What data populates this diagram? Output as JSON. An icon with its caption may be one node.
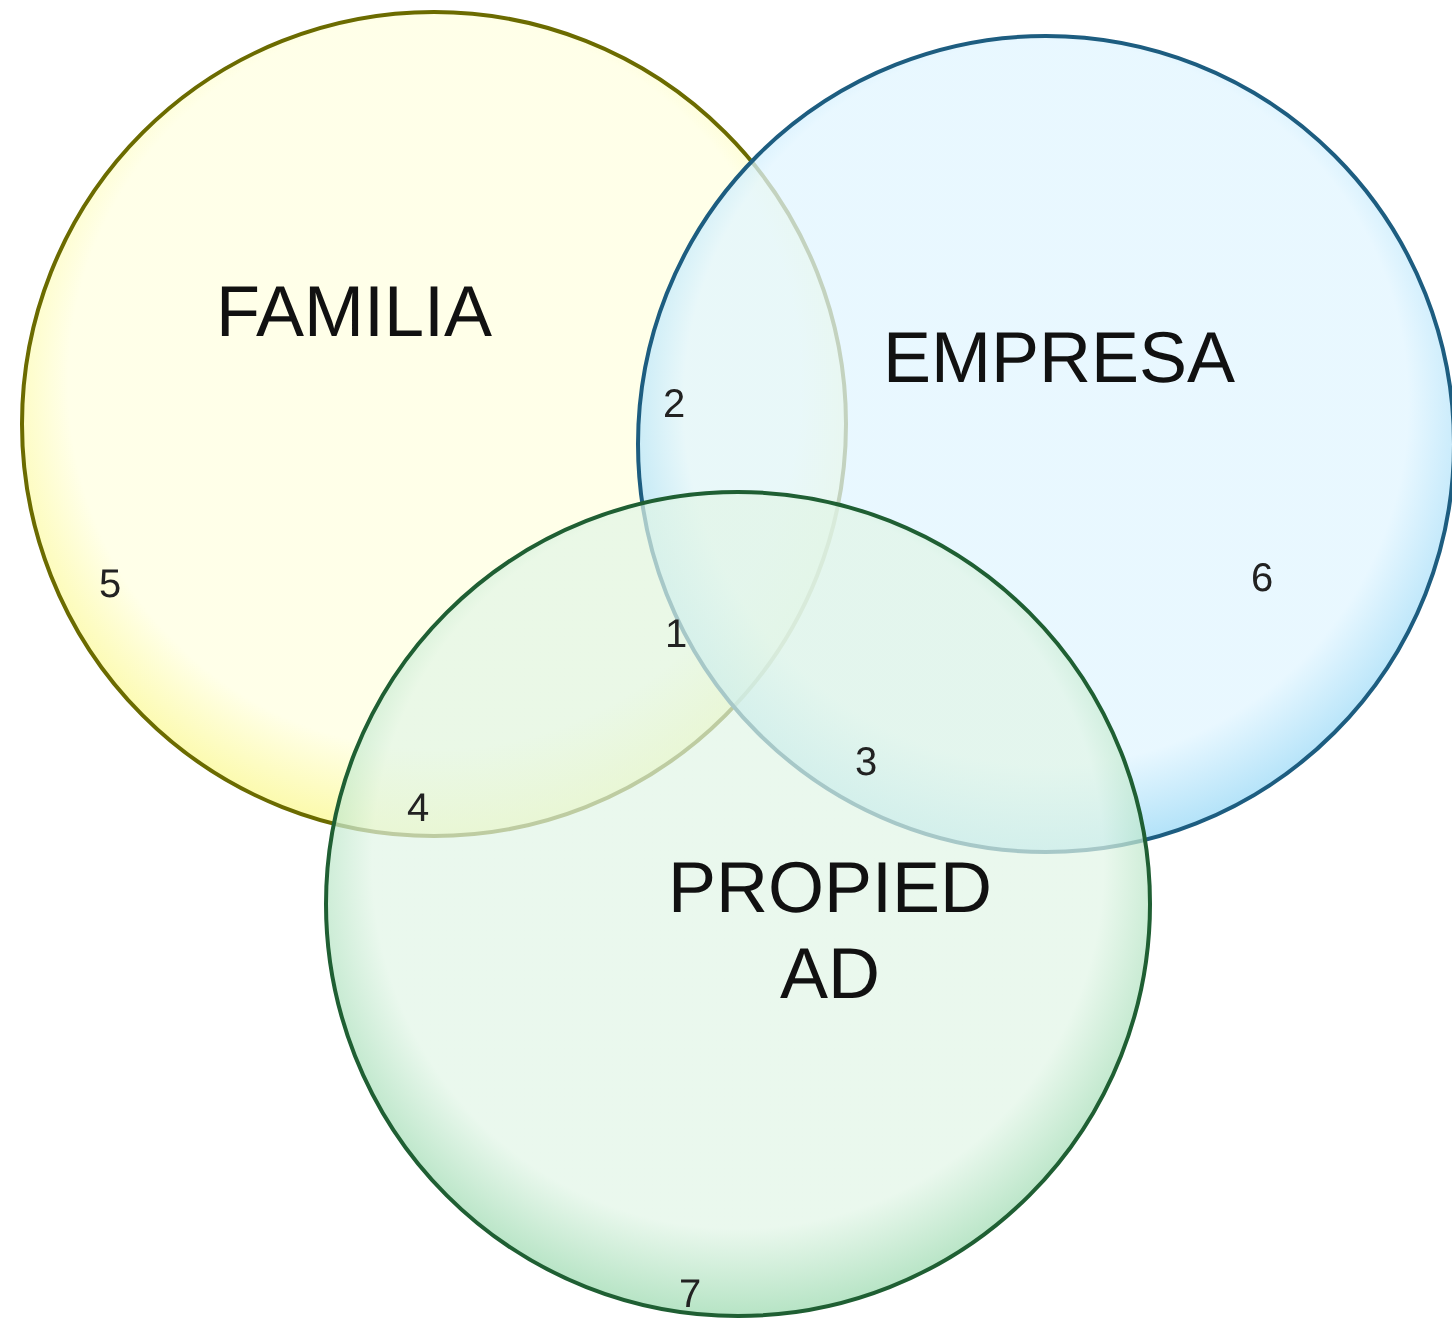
{
  "diagram": {
    "nodes": [
      {
        "text": [
          "FAMILIA"
        ]
      },
      {
        "text": [
          "EMPRESA"
        ]
      },
      {
        "text": [
          "PROPIED AD"
        ]
      }
    ],
    "labels": [
      "2",
      "5",
      "6",
      "1",
      "3",
      "4",
      "7"
    ]
  }
}
